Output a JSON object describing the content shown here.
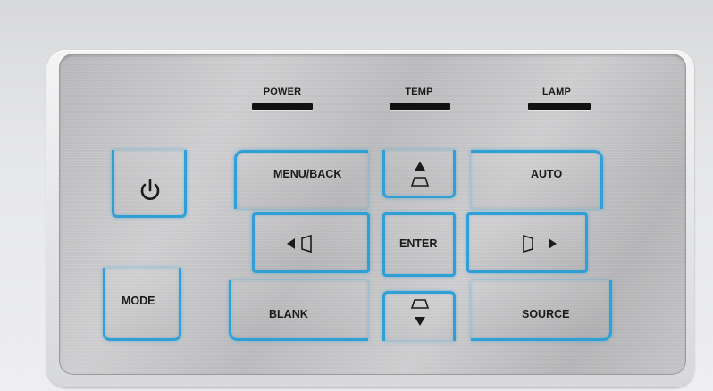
{
  "indicators": {
    "power": "POWER",
    "temp": "TEMP",
    "lamp": "LAMP"
  },
  "buttons": {
    "power_icon": "power-icon",
    "mode": "MODE",
    "menu_back": "MENU/BACK",
    "auto": "AUTO",
    "enter": "ENTER",
    "blank": "BLANK",
    "source": "SOURCE"
  },
  "colors": {
    "button_backlight": "#2f9fd6",
    "indicator_led": "#111111",
    "plate_metal": "#c4c4c6"
  }
}
